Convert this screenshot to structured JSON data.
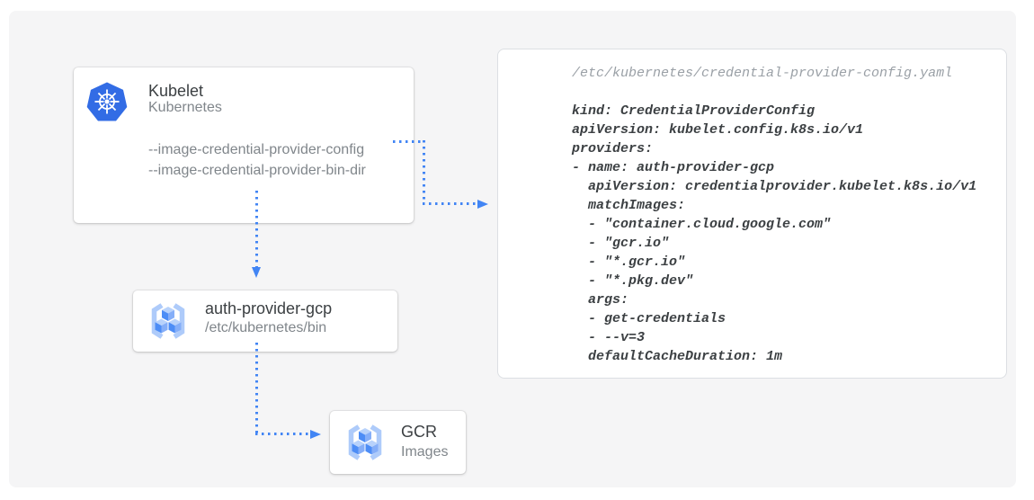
{
  "colors": {
    "panel_bg": "#f5f5f6",
    "accent_blue": "#4285f4",
    "kubernetes_blue": "#326ce5"
  },
  "kubelet_card": {
    "title": "Kubelet",
    "subtitle": "Kubernetes",
    "icon": "kubernetes-icon",
    "flags": [
      "--image-credential-provider-config",
      "--image-credential-provider-bin-dir"
    ]
  },
  "auth_card": {
    "title": "auth-provider-gcp",
    "subtitle": "/etc/kubernetes/bin",
    "icon": "gcr-icon"
  },
  "gcr_card": {
    "title": "GCR",
    "subtitle": "Images",
    "icon": "gcr-icon"
  },
  "code_card": {
    "filename": "/etc/kubernetes/credential-provider-config.yaml",
    "lines": [
      "kind: CredentialProviderConfig",
      "apiVersion: kubelet.config.k8s.io/v1",
      "providers:",
      "- name: auth-provider-gcp",
      "  apiVersion: credentialprovider.kubelet.k8s.io/v1",
      "  matchImages:",
      "  - \"container.cloud.google.com\"",
      "  - \"gcr.io\"",
      "  - \"*.gcr.io\"",
      "  - \"*.pkg.dev\"",
      "  args:",
      "  - get-credentials",
      "  - --v=3",
      "  defaultCacheDuration: 1m"
    ]
  }
}
